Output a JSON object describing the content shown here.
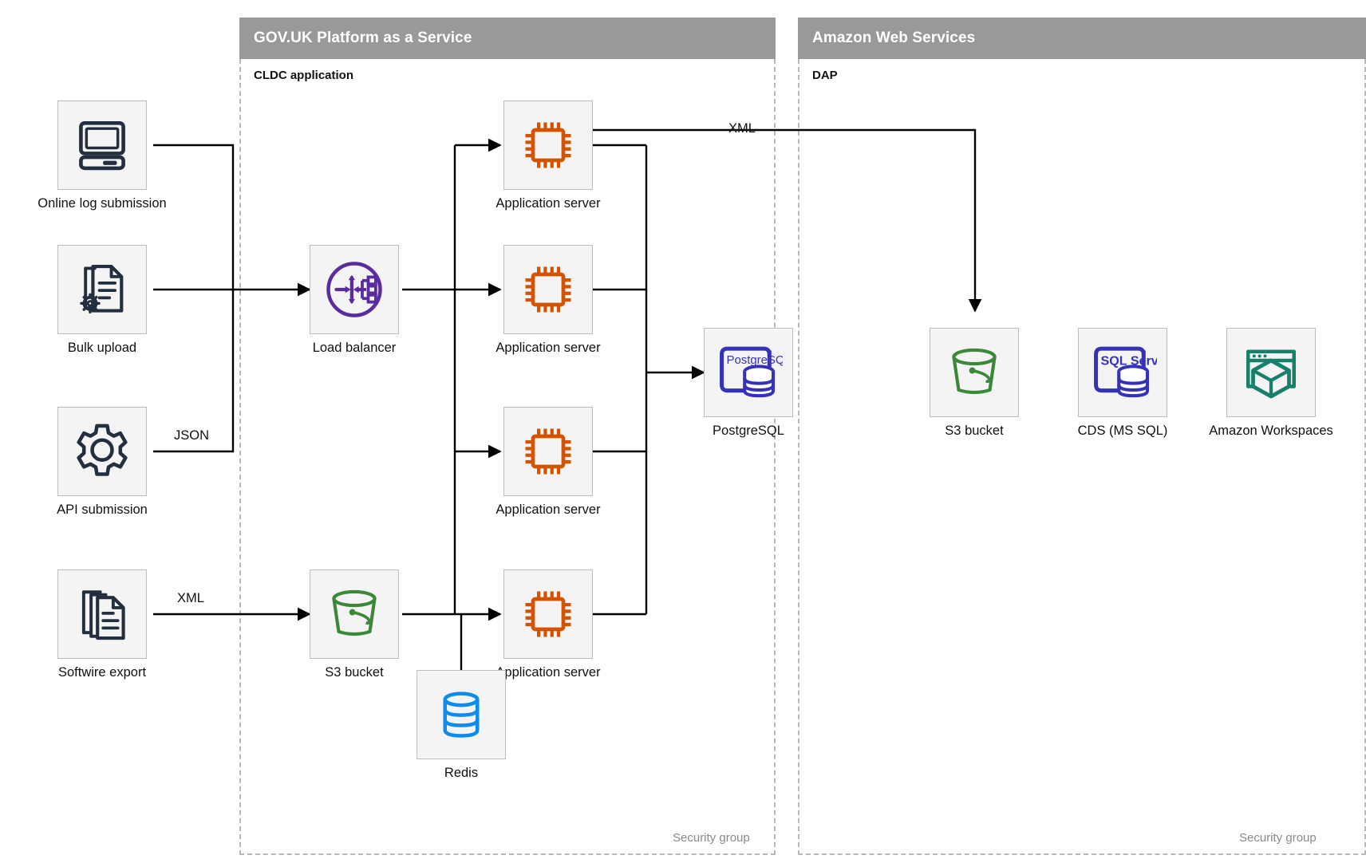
{
  "zones": [
    {
      "id": "govuk",
      "title": "GOV.UK Platform as a Service",
      "region_title": "CLDC application",
      "security_label": "Security group"
    },
    {
      "id": "aws",
      "title": "Amazon Web Services",
      "region_title": "DAP",
      "security_label": "Security group"
    }
  ],
  "nodes": {
    "online_log_submission": {
      "label": "Online log submission",
      "icon": "desktop-computer-icon",
      "color": "#232F3E"
    },
    "bulk_upload": {
      "label": "Bulk upload",
      "icon": "document-gear-icon",
      "color": "#232F3E"
    },
    "api_submission": {
      "label": "API submission",
      "icon": "gear-icon",
      "color": "#232F3E"
    },
    "softwire_export": {
      "label": "Softwire export",
      "icon": "document-stack-icon",
      "color": "#232F3E"
    },
    "load_balancer": {
      "label": "Load balancer",
      "icon": "load-balancer-icon",
      "color": "#5A2D9E"
    },
    "app_server_1": {
      "label": "Application server",
      "icon": "cpu-chip-icon",
      "color": "#D35400"
    },
    "app_server_2": {
      "label": "Application server",
      "icon": "cpu-chip-icon",
      "color": "#D35400"
    },
    "app_server_3": {
      "label": "Application server",
      "icon": "cpu-chip-icon",
      "color": "#D35400"
    },
    "app_server_4": {
      "label": "Application server",
      "icon": "cpu-chip-icon",
      "color": "#D35400"
    },
    "postgresql": {
      "label": "PostgreSQL",
      "icon": "postgresql-icon",
      "color": "#3632B7",
      "badge": "PostgreSQL"
    },
    "s3_bucket_govuk": {
      "label": "S3 bucket",
      "icon": "s3-bucket-icon",
      "color": "#3C873A"
    },
    "redis": {
      "label": "Redis",
      "icon": "database-icon",
      "color": "#0D8CEE"
    },
    "s3_bucket_aws": {
      "label": "S3 bucket",
      "icon": "s3-bucket-icon",
      "color": "#3C873A"
    },
    "cds_ms_sql": {
      "label": "CDS (MS SQL)",
      "icon": "sql-server-icon",
      "color": "#3632B7",
      "badge": "SQL Server"
    },
    "amazon_workspaces": {
      "label": "Amazon Workspaces",
      "icon": "workspaces-cube-icon",
      "color": "#17806A"
    }
  },
  "edge_labels": {
    "api_json": "JSON",
    "softwire_xml": "XML",
    "appserver_xml": "XML"
  },
  "palette": {
    "zone_header_bg": "#999999",
    "zone_header_text": "#ffffff",
    "dashed_border": "#b8b8b8",
    "icon_box_bg": "#f4f4f4",
    "icon_box_border": "#bdbdbd",
    "wire": "#000000",
    "security_label": "#8a8a8a"
  }
}
